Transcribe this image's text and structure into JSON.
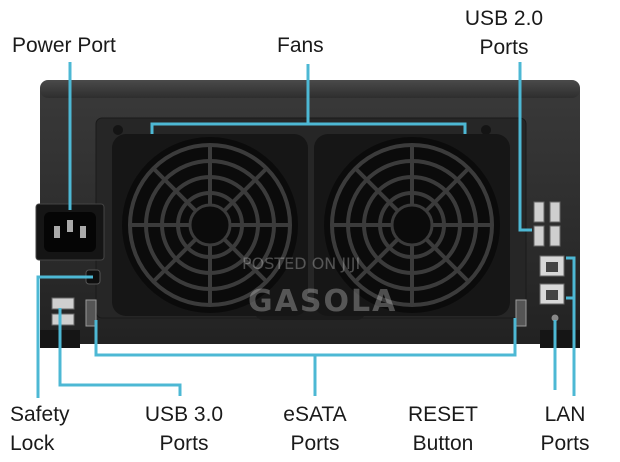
{
  "labels": {
    "power_port": "Power Port",
    "fans": "Fans",
    "usb2": {
      "line1": "USB 2.0",
      "line2": "Ports"
    },
    "safety_lock": {
      "line1": "Safety",
      "line2": "Lock"
    },
    "usb3": {
      "line1": "USB 3.0",
      "line2": "Ports"
    },
    "esata": {
      "line1": "eSATA",
      "line2": "Ports"
    },
    "reset": {
      "line1": "RESET",
      "line2": "Button"
    },
    "lan": {
      "line1": "LAN",
      "line2": "Ports"
    }
  },
  "watermark": {
    "line1": "POSTED ON JIJI",
    "line2": "GASOLA"
  },
  "colors": {
    "callout": "#4db8d4",
    "chassis": "#2b2b2b",
    "panel": "#1c1c1c",
    "fan": "#0e0e0e",
    "port": "#bdbdbd"
  }
}
